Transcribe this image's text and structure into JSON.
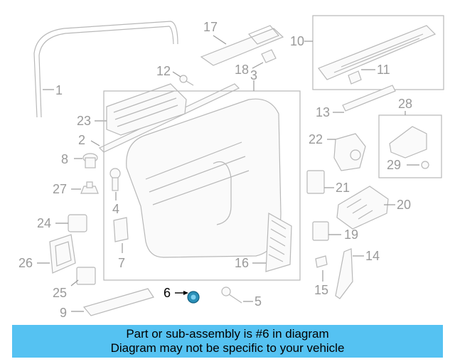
{
  "diagram": {
    "callouts": [
      {
        "id": "1",
        "label": "1"
      },
      {
        "id": "2",
        "label": "2"
      },
      {
        "id": "3",
        "label": "3"
      },
      {
        "id": "4",
        "label": "4"
      },
      {
        "id": "5",
        "label": "5"
      },
      {
        "id": "6",
        "label": "6"
      },
      {
        "id": "7",
        "label": "7"
      },
      {
        "id": "8",
        "label": "8"
      },
      {
        "id": "9",
        "label": "9"
      },
      {
        "id": "10",
        "label": "10"
      },
      {
        "id": "11",
        "label": "11"
      },
      {
        "id": "12",
        "label": "12"
      },
      {
        "id": "13",
        "label": "13"
      },
      {
        "id": "14",
        "label": "14"
      },
      {
        "id": "15",
        "label": "15"
      },
      {
        "id": "16",
        "label": "16"
      },
      {
        "id": "17",
        "label": "17"
      },
      {
        "id": "18",
        "label": "18"
      },
      {
        "id": "19",
        "label": "19"
      },
      {
        "id": "20",
        "label": "20"
      },
      {
        "id": "21",
        "label": "21"
      },
      {
        "id": "22",
        "label": "22"
      },
      {
        "id": "23",
        "label": "23"
      },
      {
        "id": "24",
        "label": "24"
      },
      {
        "id": "25",
        "label": "25"
      },
      {
        "id": "26",
        "label": "26"
      },
      {
        "id": "27",
        "label": "27"
      },
      {
        "id": "28",
        "label": "28"
      },
      {
        "id": "29",
        "label": "29"
      }
    ],
    "highlighted_part": "6",
    "highlight_color": "#2a8fb8",
    "line_color": "#b8b8b8"
  },
  "banner": {
    "line1": "Part or sub-assembly is #6 in diagram",
    "line2": "Diagram may not be specific to your vehicle",
    "background": "#55c2f2"
  }
}
